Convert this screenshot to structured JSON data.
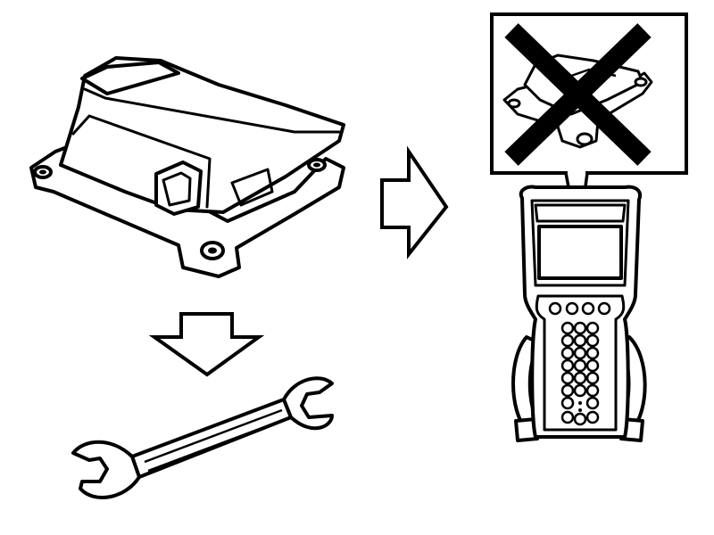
{
  "diagram": {
    "background": "#ffffff",
    "ink": "#000000",
    "items": [
      {
        "role": "airbag-control-module",
        "icon": "ecu-module-icon"
      },
      {
        "role": "arrow-right",
        "icon": "hollow-arrow-right-icon"
      },
      {
        "role": "arrow-down",
        "icon": "hollow-arrow-down-icon"
      },
      {
        "role": "wrench",
        "icon": "open-end-wrench-icon"
      },
      {
        "role": "scan-tool",
        "icon": "handheld-scan-tool-icon"
      },
      {
        "role": "do-not-callout",
        "icon": "crossed-out-module-icon"
      }
    ]
  }
}
